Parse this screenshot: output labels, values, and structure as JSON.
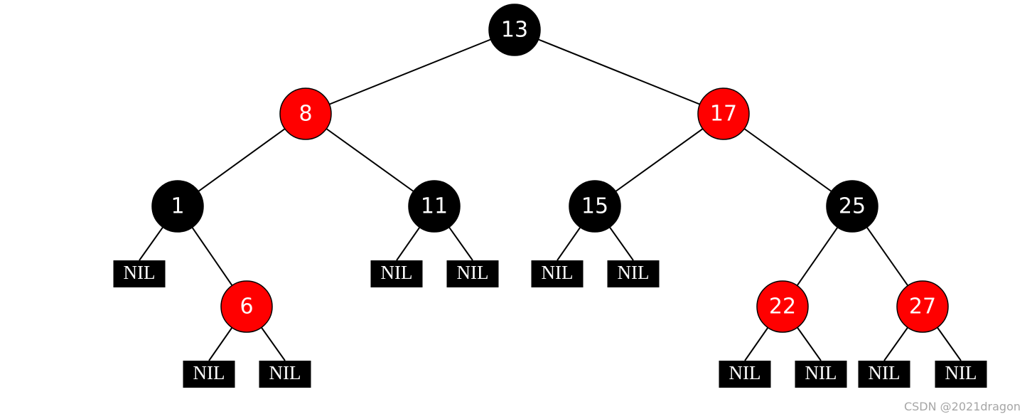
{
  "tree": {
    "nodes": [
      {
        "id": "n13",
        "label": "13",
        "color": "black"
      },
      {
        "id": "n8",
        "label": "8",
        "color": "red"
      },
      {
        "id": "n17",
        "label": "17",
        "color": "red"
      },
      {
        "id": "n1",
        "label": "1",
        "color": "black"
      },
      {
        "id": "n11",
        "label": "11",
        "color": "black"
      },
      {
        "id": "n15",
        "label": "15",
        "color": "black"
      },
      {
        "id": "n25",
        "label": "25",
        "color": "black"
      },
      {
        "id": "n6",
        "label": "6",
        "color": "red"
      },
      {
        "id": "n22",
        "label": "22",
        "color": "red"
      },
      {
        "id": "n27",
        "label": "27",
        "color": "red"
      }
    ],
    "nil_label": "NIL",
    "colors": {
      "black": "#000000",
      "red": "#ff0000",
      "text": "#ffffff",
      "edge": "#000000"
    }
  },
  "watermark": "CSDN @2021dragon"
}
